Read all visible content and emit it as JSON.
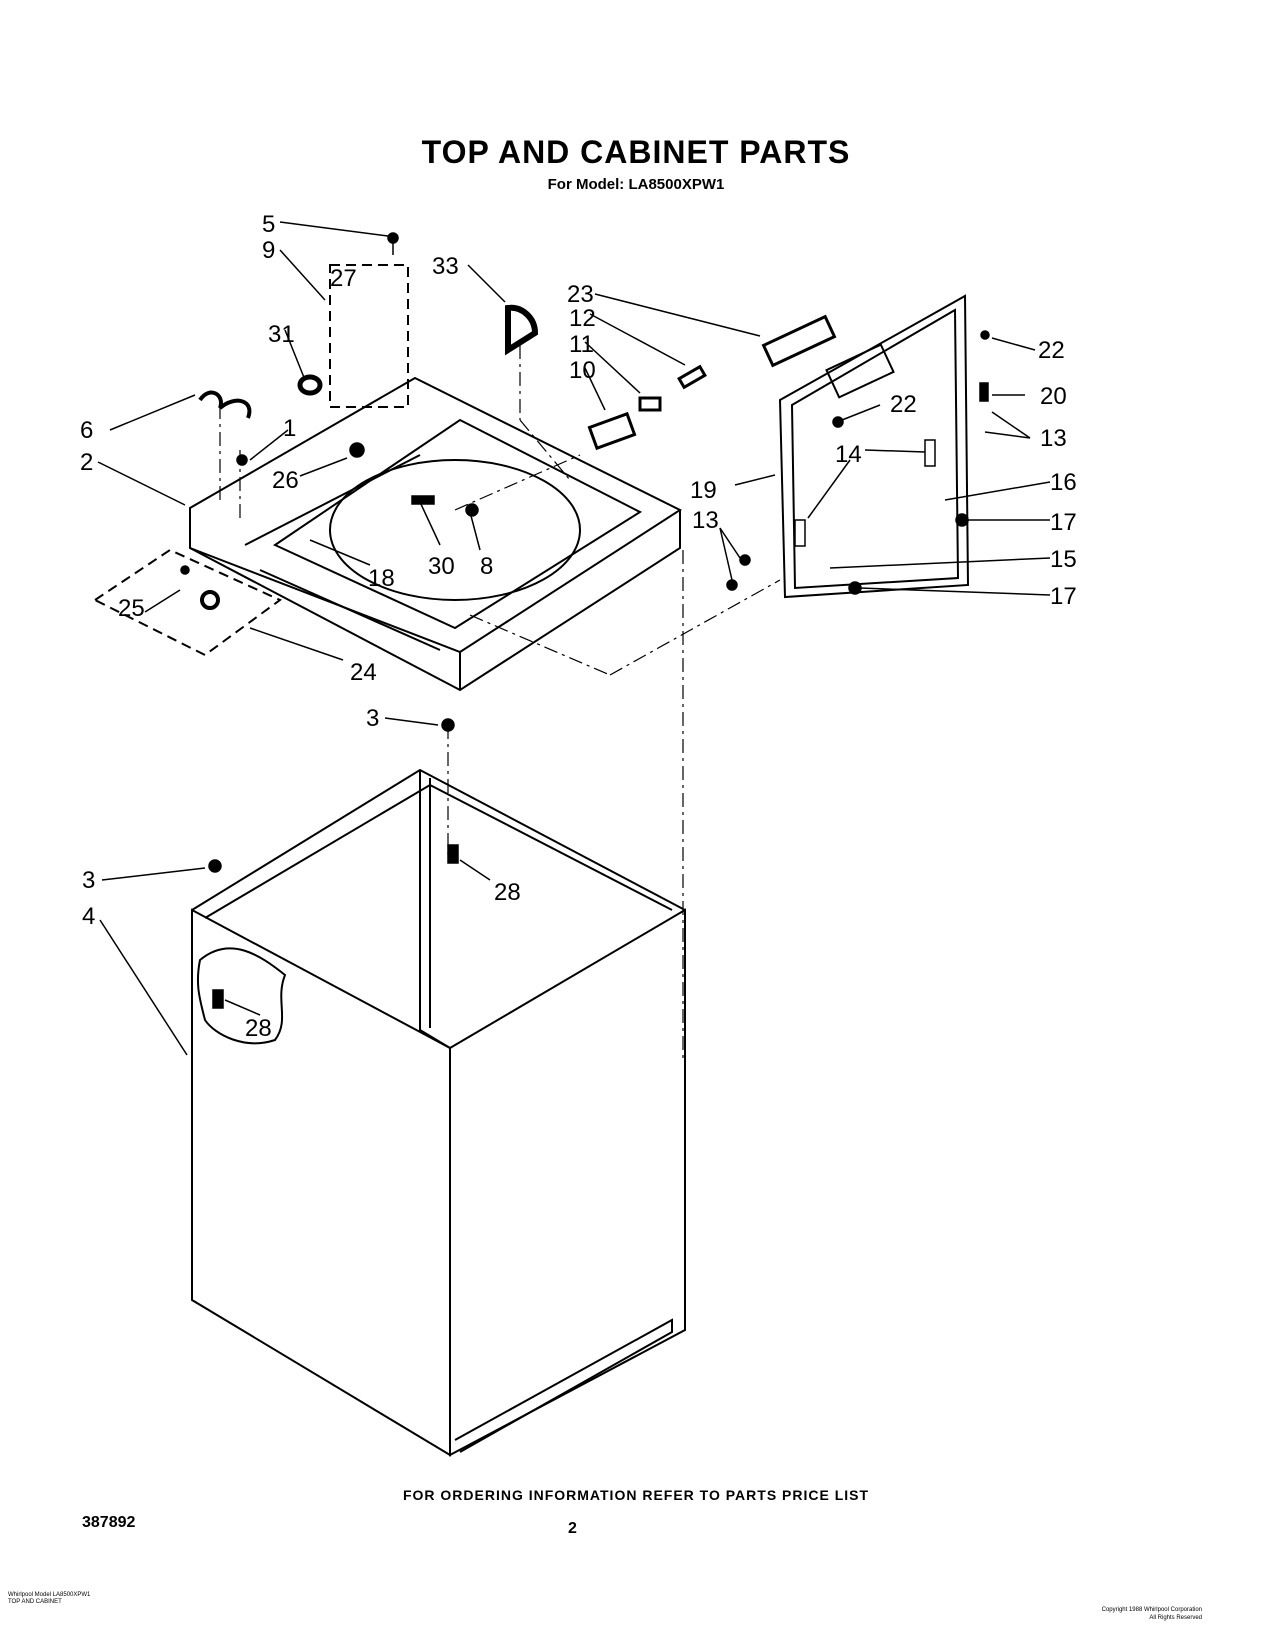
{
  "header": {
    "title": "TOP AND CABINET PARTS",
    "subtitle": "For Model: LA8500XPW1"
  },
  "callouts": [
    "1",
    "2",
    "3",
    "3",
    "4",
    "5",
    "6",
    "8",
    "9",
    "10",
    "11",
    "12",
    "13",
    "13",
    "14",
    "15",
    "16",
    "17",
    "17",
    "18",
    "19",
    "20",
    "22",
    "22",
    "23",
    "24",
    "25",
    "26",
    "27",
    "28",
    "28",
    "30",
    "31",
    "33"
  ],
  "footer": {
    "ordering_note": "FOR ORDERING INFORMATION REFER TO PARTS PRICE LIST",
    "doc_number": "387892",
    "page_number": "2",
    "small_left": [
      "Whirlpool Model LA8500XPW1",
      "TOP AND CABINET"
    ],
    "small_right": [
      "Copyright 1988 Whirlpool Corporation",
      "All Rights Reserved"
    ]
  }
}
